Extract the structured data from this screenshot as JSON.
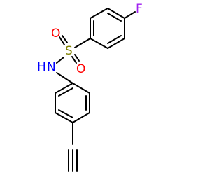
{
  "structure": {
    "atoms": {
      "fluorine": {
        "symbol": "F",
        "color": "#a020f0"
      },
      "sulfur": {
        "symbol": "S",
        "color": "#808000"
      },
      "oxygen_top": {
        "symbol": "O",
        "color": "#ff0000"
      },
      "oxygen_bottom": {
        "symbol": "O",
        "color": "#ff0000"
      },
      "nitrogen": {
        "symbol": "N",
        "color": "#0000ff"
      },
      "hydrogen": {
        "symbol": "H",
        "color": "#0000ff"
      }
    },
    "bond_color": "#000000"
  }
}
